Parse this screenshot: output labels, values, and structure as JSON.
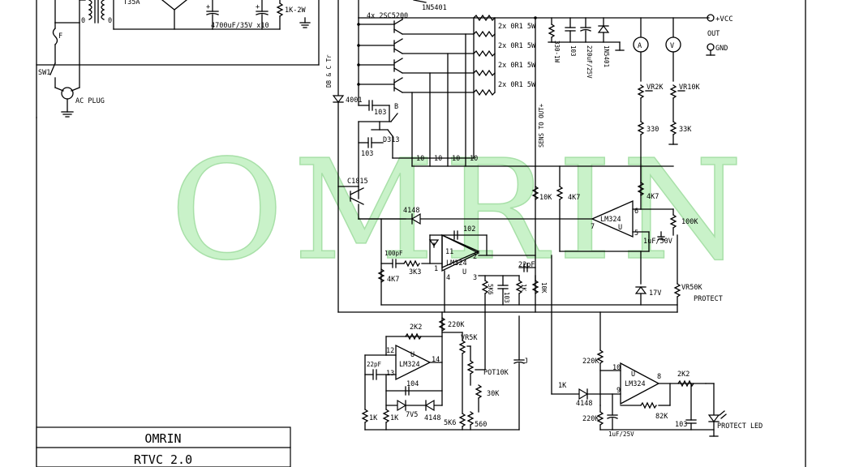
{
  "watermark": "OMRIN",
  "title_block": {
    "name": "OMRIN",
    "model": "RTVC 2.0"
  },
  "power": {
    "fuse": "F",
    "switch": "SW1",
    "plug": "AC PLUG",
    "fuse_rating": "T35A",
    "primary_tap": "0",
    "secondary_tap": "0",
    "filter_caps": "4700uF/35V x10",
    "bleeder": "1K-2W",
    "rect_diode": "1N5401"
  },
  "output_stage": {
    "transistors": "4x 2SC5200",
    "emitter_resistors": [
      "2x 0R1 5W",
      "2x 0R1 5W",
      "2x 0R1 5W",
      "2x 0R1 5W"
    ],
    "base_resistors": [
      "10",
      "10",
      "10",
      "10"
    ],
    "driver": "D313",
    "driver_cap": "103",
    "bc_cap": "103",
    "bc_label": "B",
    "db_label": "DB & C Tr",
    "diode_main": "4001",
    "predriver": "C1815"
  },
  "output_side": {
    "vcc": "+VCC",
    "out": "OUT",
    "gnd": "GND",
    "r_load": "330-1W",
    "c1": "103",
    "c2": "220uF/25V",
    "d_out": "1N5401",
    "ammeter": "A",
    "voltmeter": "V",
    "vr2k": "VR2K",
    "vr10k": "VR10K",
    "r330": "330",
    "r33k": "33K",
    "sens": "SENS TO OUT+"
  },
  "error_amp": {
    "opamp": "LM324",
    "u": "U",
    "pin6": "6",
    "pin5": "5",
    "pin7": "7",
    "r10k": "10K",
    "r4k7a": "4K7",
    "r4k7b": "4K7",
    "r100k": "100K",
    "cap": "1uF/50V",
    "zener": "17V",
    "vr50k": "VR50K",
    "protect": "PROTECT",
    "diode": "4148"
  },
  "current_amp": {
    "opamp": "LM324",
    "u": "U",
    "pin11": "11",
    "pin1": "1",
    "pin2": "2",
    "pin3": "3",
    "pin4": "4",
    "c102": "102",
    "c100pf": "100pF",
    "r3k3": "3K3",
    "r4k7": "4K7",
    "r5k6": "5K6",
    "c103": "103",
    "r1k": "1K",
    "c22pf": "22pF",
    "r10k": "10K"
  },
  "osc": {
    "opamp": "LM324",
    "u": "U",
    "pin12": "12",
    "pin13": "13",
    "pin14": "14",
    "r2k2": "2K2",
    "c22pf": "22pF",
    "c104": "104",
    "z7v5": "7V5",
    "d4148": "4148",
    "r1k_a": "1K",
    "r1k_b": "1K",
    "r220k": "220K",
    "vr5k": "VR5K",
    "pot10k": "POT10K",
    "r30k": "30K",
    "r5k6": "5K6",
    "r560": "560",
    "c_j": "J"
  },
  "protect_amp": {
    "opamp": "LM324",
    "u": "U",
    "pin10": "10",
    "pin9": "9",
    "pin8": "8",
    "r220k_a": "220K",
    "r220k_b": "220K",
    "r1k": "1K",
    "d4148": "4148",
    "r2k2": "2K2",
    "r82k": "82K",
    "c103": "103",
    "cap": "1uF/25V",
    "led": "PROTECT LED"
  }
}
